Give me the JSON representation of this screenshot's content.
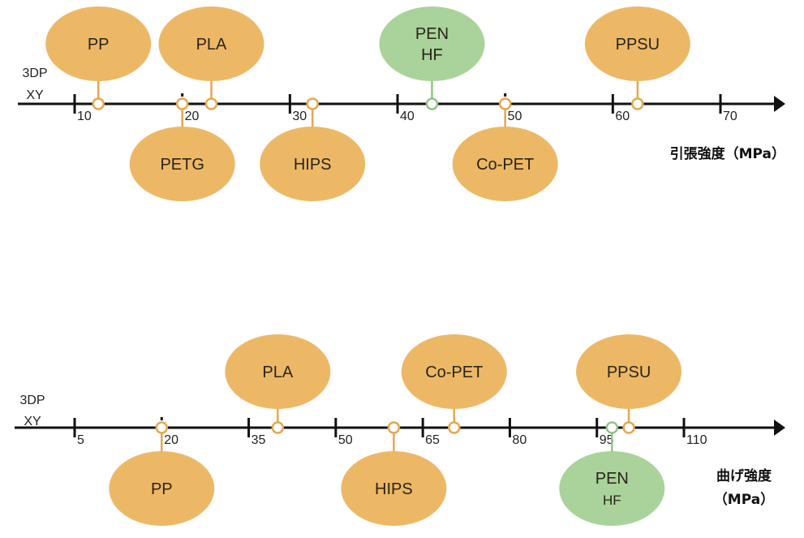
{
  "colors": {
    "orange": "#EDB866",
    "orange_stroke": "#E3A850",
    "green": "#A9D39A",
    "green_stroke": "#93C485",
    "axis": "#111111"
  },
  "chart_data": [
    {
      "type": "scatter",
      "title": "",
      "side_label": [
        "3DP",
        "XY"
      ],
      "xlabel": "引張強度（MPa）",
      "xlabel_lines": [
        "引張強度（MPa）"
      ],
      "xlim": [
        0,
        78
      ],
      "ticks": [
        10,
        20,
        30,
        40,
        50,
        60,
        70
      ],
      "minor_dot_ticks": [
        20,
        50
      ],
      "grid": false,
      "points": [
        {
          "label": [
            "PP"
          ],
          "x": 12.2,
          "side": "above",
          "color": "orange"
        },
        {
          "label": [
            "PETG"
          ],
          "x": 20,
          "side": "below",
          "color": "orange"
        },
        {
          "label": [
            "PLA"
          ],
          "x": 22.7,
          "side": "above",
          "color": "orange"
        },
        {
          "label": [
            "HIPS"
          ],
          "x": 32.1,
          "side": "below",
          "color": "orange"
        },
        {
          "label": [
            "PEN",
            "HF"
          ],
          "x": 43.2,
          "side": "above",
          "color": "green"
        },
        {
          "label": [
            "Co-PET"
          ],
          "x": 50,
          "side": "below",
          "color": "orange"
        },
        {
          "label": [
            "PPSU"
          ],
          "x": 62.3,
          "side": "above",
          "color": "orange"
        }
      ]
    },
    {
      "type": "scatter",
      "title": "",
      "side_label": [
        "3DP",
        "XY"
      ],
      "xlabel": "曲げ強度（MPa）",
      "xlabel_lines": [
        "曲げ強度",
        "（MPa）"
      ],
      "xlim": [
        -5,
        120
      ],
      "ticks": [
        5,
        20,
        35,
        50,
        65,
        80,
        95,
        110
      ],
      "minor_dot_ticks": [
        20
      ],
      "grid": false,
      "points": [
        {
          "label": [
            "PP"
          ],
          "x": 20,
          "side": "below",
          "color": "orange"
        },
        {
          "label": [
            "PLA"
          ],
          "x": 40,
          "side": "above",
          "color": "orange"
        },
        {
          "label": [
            "HIPS"
          ],
          "x": 60,
          "side": "below",
          "color": "orange"
        },
        {
          "label": [
            "Co-PET"
          ],
          "x": 70.4,
          "side": "above",
          "color": "orange"
        },
        {
          "label": [
            "PEN",
            "HF"
          ],
          "x": 97.6,
          "side": "below",
          "color": "green"
        },
        {
          "label": [
            "PPSU"
          ],
          "x": 100.5,
          "side": "above",
          "color": "orange"
        }
      ]
    }
  ]
}
